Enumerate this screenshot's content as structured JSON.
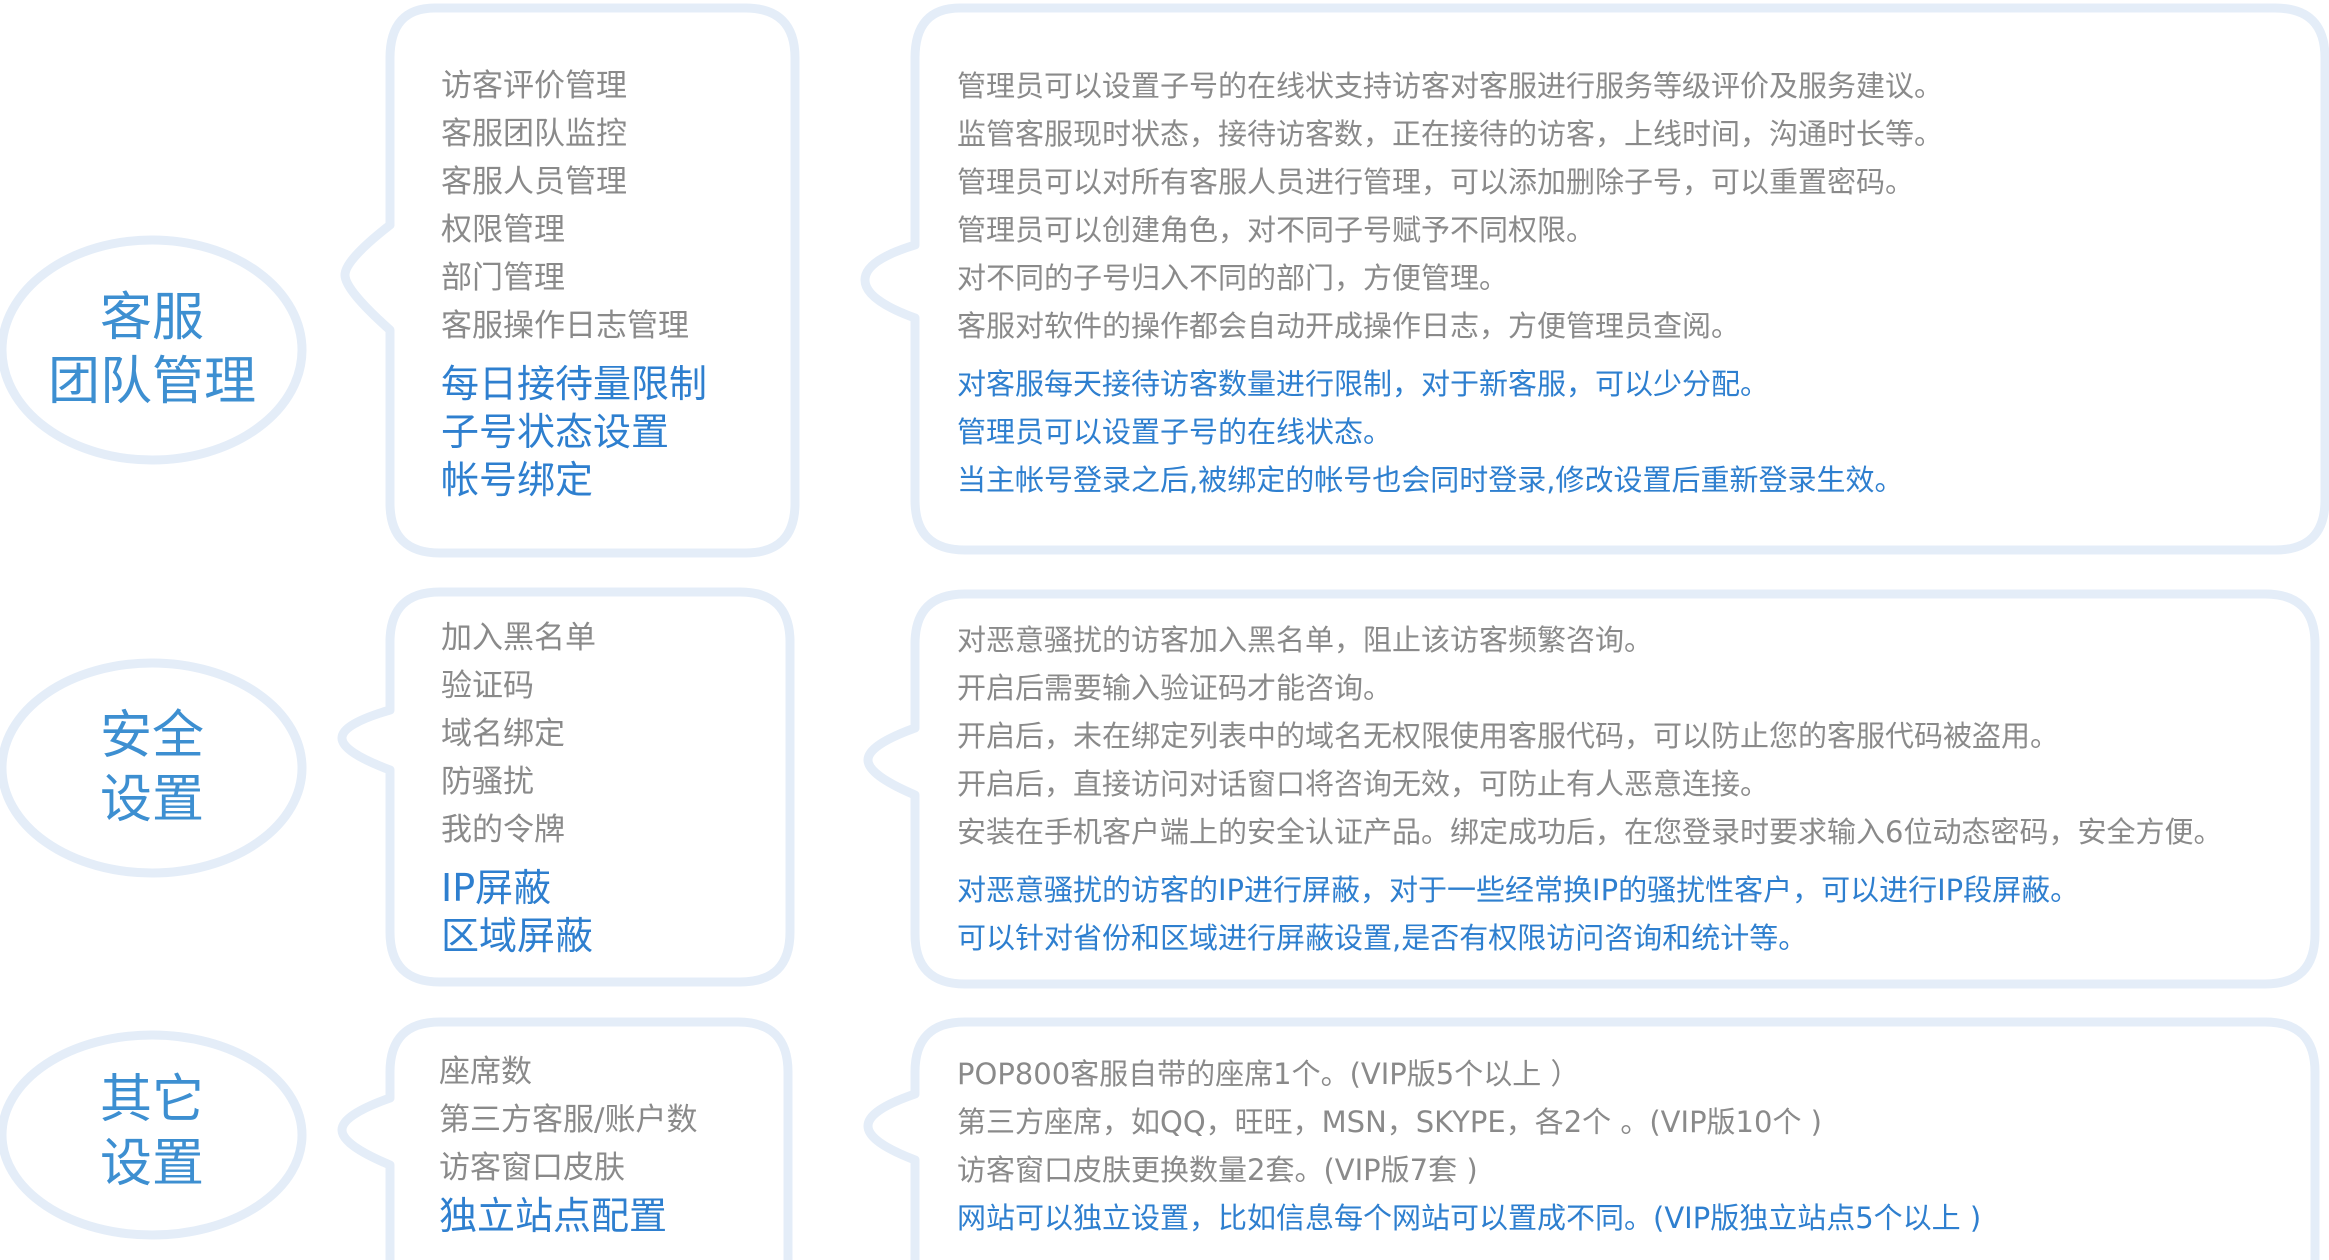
{
  "sections": [
    {
      "title_lines": [
        "客服",
        "团队管理"
      ],
      "features": [
        "访客评价管理",
        "客服团队监控",
        "客服人员管理",
        "权限管理",
        "部门管理",
        "客服操作日志管理"
      ],
      "vip_features": [
        "每日接待量限制",
        "子号状态设置",
        "帐号绑定"
      ],
      "descriptions": [
        "管理员可以设置子号的在线状支持访客对客服进行服务等级评价及服务建议。",
        "监管客服现时状态，接待访客数，正在接待的访客，上线时间，沟通时长等。",
        "管理员可以对所有客服人员进行管理，可以添加删除子号，可以重置密码。",
        "管理员可以创建角色，对不同子号赋予不同权限。",
        "对不同的子号归入不同的部门，方便管理。",
        "客服对软件的操作都会自动开成操作日志，方便管理员查阅。"
      ],
      "vip_descriptions": [
        "对客服每天接待访客数量进行限制，对于新客服，可以少分配。",
        "管理员可以设置子号的在线状态。",
        "当主帐号登录之后,被绑定的帐号也会同时登录,修改设置后重新登录生效。"
      ]
    },
    {
      "title_lines": [
        "安全",
        "设置"
      ],
      "features": [
        "加入黑名单",
        "验证码",
        "域名绑定",
        "防骚扰",
        "我的令牌"
      ],
      "vip_features": [
        "IP屏蔽",
        "区域屏蔽"
      ],
      "descriptions": [
        "对恶意骚扰的访客加入黑名单，阻止该访客频繁咨询。",
        "开启后需要输入验证码才能咨询。",
        "开启后，未在绑定列表中的域名无权限使用客服代码，可以防止您的客服代码被盗用。",
        "开启后，直接访问对话窗口将咨询无效，可防止有人恶意连接。",
        "安装在手机客户端上的安全认证产品。绑定成功后，在您登录时要求输入6位动态密码，安全方便。"
      ],
      "vip_descriptions": [
        "对恶意骚扰的访客的IP进行屏蔽，对于一些经常换IP的骚扰性客户，可以进行IP段屏蔽。",
        "可以针对省份和区域进行屏蔽设置,是否有权限访问咨询和统计等。"
      ]
    },
    {
      "title_lines": [
        "其它",
        "设置"
      ],
      "features": [
        "座席数",
        "第三方客服/账户数",
        "访客窗口皮肤"
      ],
      "vip_features": [
        "独立站点配置"
      ],
      "descriptions": [
        "POP800客服自带的座席1个。(VIP版5个以上 ）",
        "第三方座席，如QQ，旺旺，MSN，SKYPE，各2个 。(VIP版10个 )",
        "访客窗口皮肤更换数量2套。(VIP版7套 )",
        "网站可以独立设置，比如信息每个网站可以置成不同。(VIP版独立站点5个以上 )"
      ],
      "vip_descriptions": []
    }
  ],
  "colors": {
    "accent": "#2e7fcf",
    "title": "#3d8fd1",
    "gray_text": "#8a8a8a",
    "bubble_border": "#e4edf8"
  }
}
